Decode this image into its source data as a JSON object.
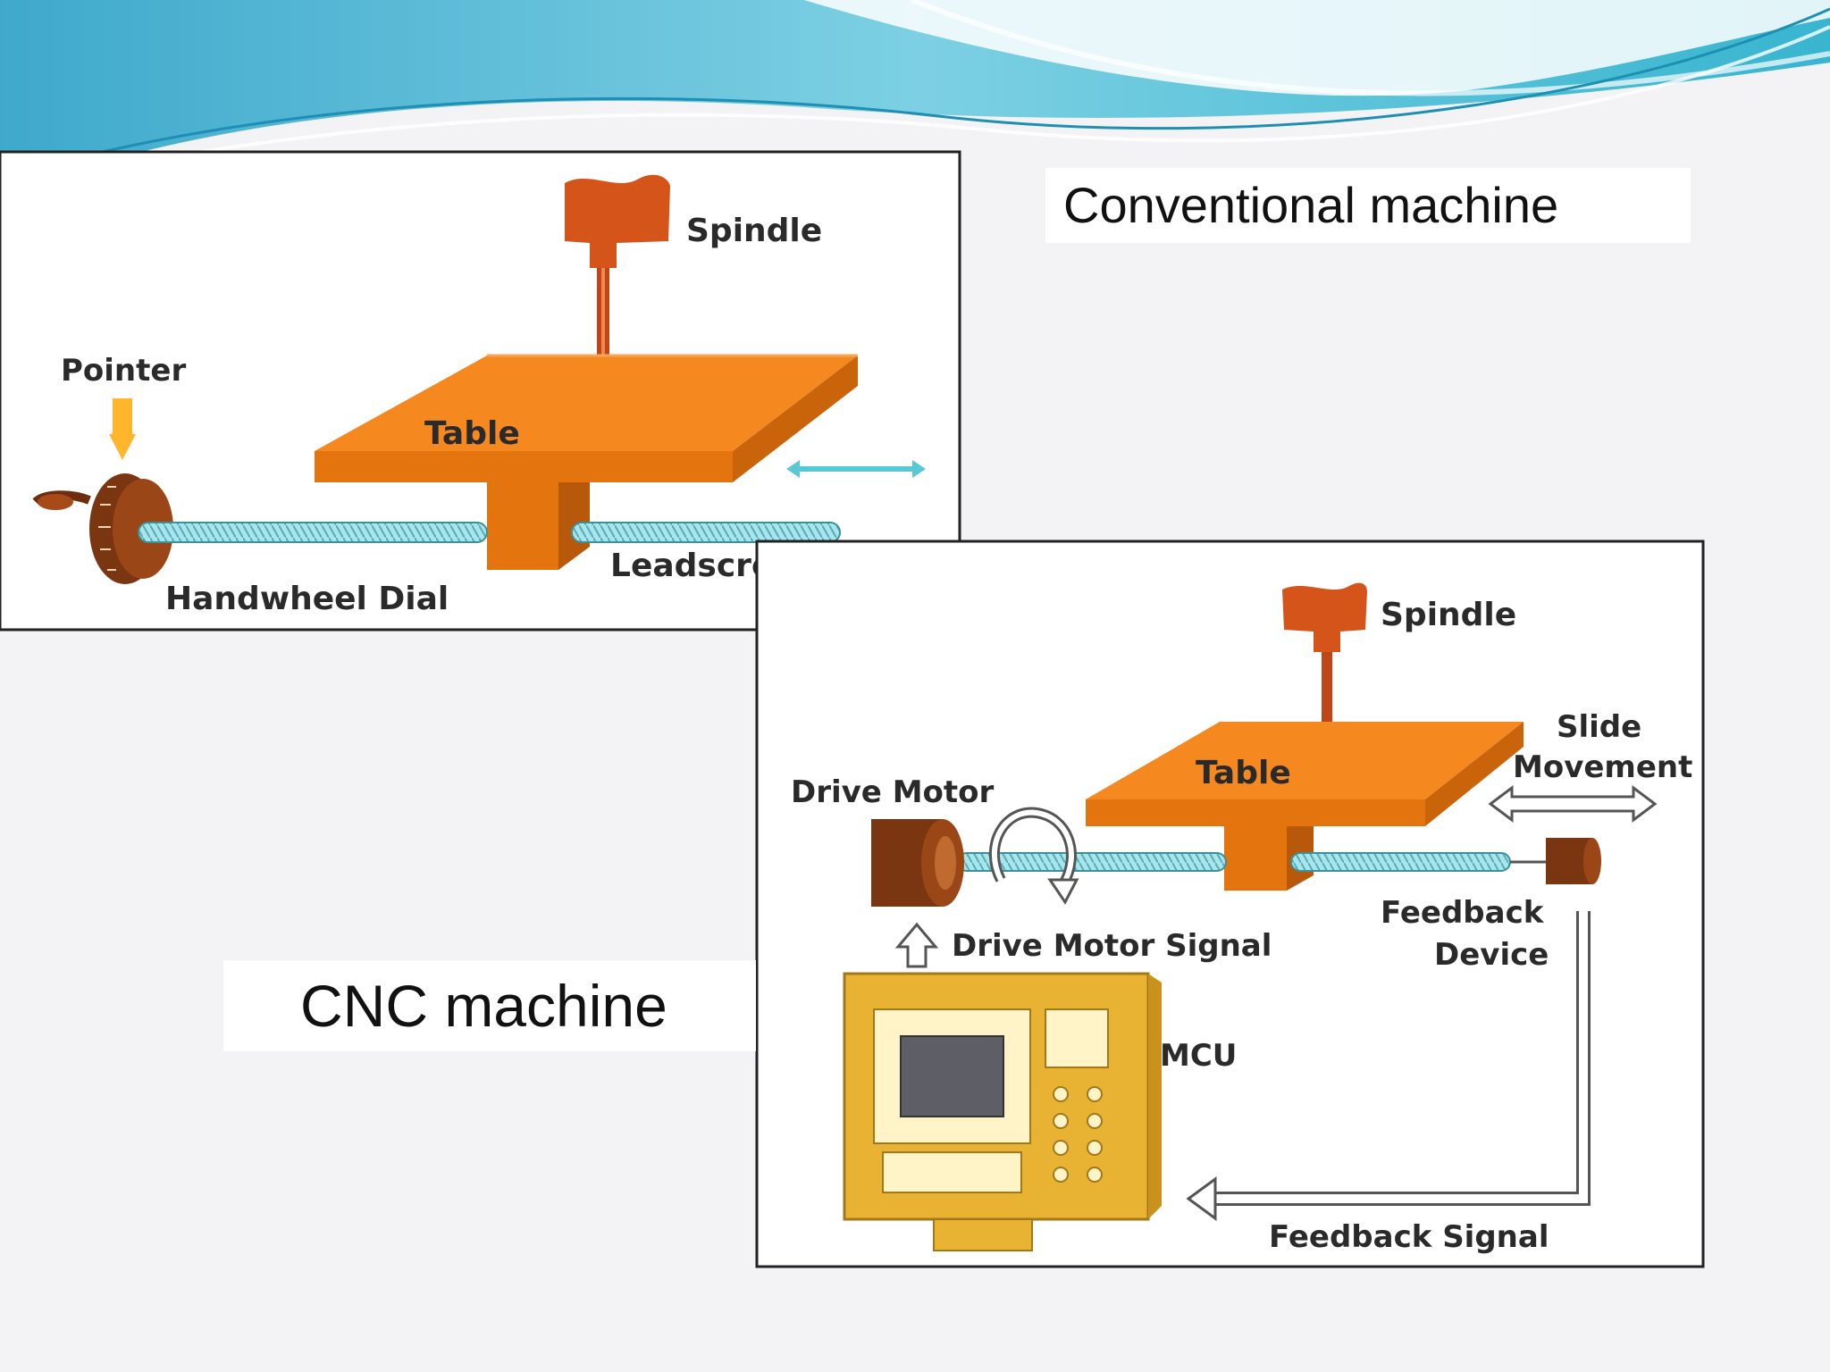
{
  "captions": {
    "conventional": "Conventional machine",
    "cnc": "CNC machine"
  },
  "conventional": {
    "spindle": "Spindle",
    "pointer": "Pointer",
    "table": "Table",
    "handwheel": "Handwheel Dial",
    "leadscrew": "Leadscrew"
  },
  "cnc": {
    "spindle": "Spindle",
    "table": "Table",
    "slide_line1": "Slide",
    "slide_line2": "Movement",
    "drive_motor": "Drive Motor",
    "drive_signal": "Drive Motor Signal",
    "feedback_line1": "Feedback",
    "feedback_line2": "Device",
    "mcu": "MCU",
    "feedback_signal": "Feedback Signal"
  },
  "colors": {
    "table": "#f5881e",
    "spindle": "#d4541a",
    "motor": "#7a3610",
    "screw": "#9fe3ea",
    "mcu": "#e8b233",
    "header_wave": "#4cb8d6"
  }
}
